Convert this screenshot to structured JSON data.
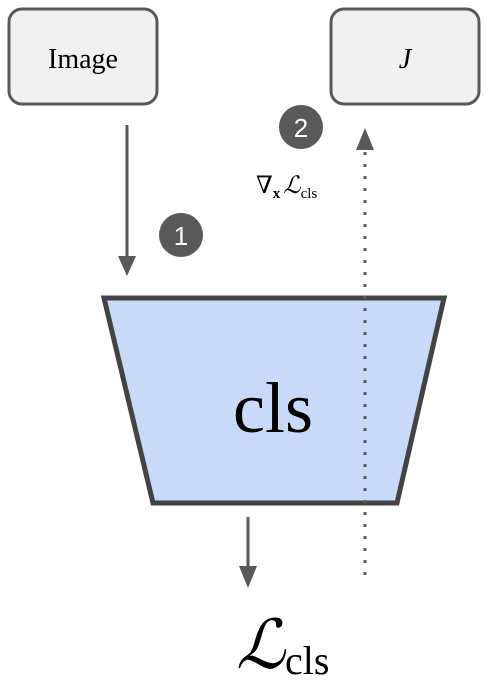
{
  "nodes": {
    "image_box": {
      "label": "Image"
    },
    "j_box": {
      "label": "J"
    },
    "classifier": {
      "label": "cls"
    }
  },
  "steps": [
    {
      "number": "1"
    },
    {
      "number": "2"
    }
  ],
  "labels": {
    "gradient": {
      "nabla": "∇",
      "subscript_x": "x",
      "loss_symbol": "ℒ",
      "loss_subscript": "cls"
    },
    "output_loss": {
      "symbol": "ℒ",
      "subscript": "cls"
    }
  },
  "colors": {
    "box_fill": "#f1f1f1",
    "box_stroke": "#595959",
    "classifier_fill": "#c9daf8",
    "classifier_stroke": "#434343",
    "arrow": "#595959",
    "badge_fill": "#595959"
  }
}
